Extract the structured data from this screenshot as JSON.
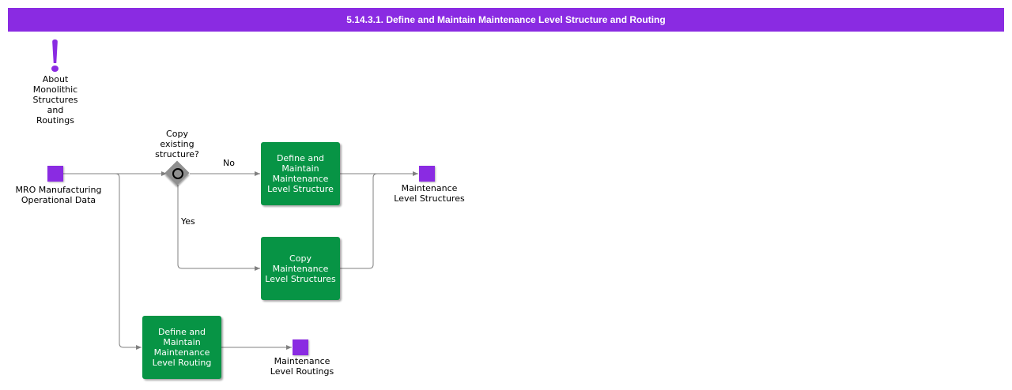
{
  "title": "5.14.3.1. Define and Maintain Maintenance Level Structure and Routing",
  "note": {
    "icon": "exclamation-icon",
    "label": "About\nMonolithic\nStructures\nand\nRoutings"
  },
  "data_objects": {
    "input": "MRO Manufacturing\nOperational Data",
    "output_structures": "Maintenance\nLevel Structures",
    "output_routings": "Maintenance\nLevel Routings"
  },
  "gateway": {
    "question": "Copy\nexisting\nstructure?",
    "no_label": "No",
    "yes_label": "Yes"
  },
  "tasks": {
    "define_structure": "Define and\nMaintain\nMaintenance\nLevel Structure",
    "copy_structures": "Copy\nMaintenance\nLevel Structures",
    "define_routing": "Define and\nMaintain\nMaintenance\nLevel Routing"
  },
  "colors": {
    "title_bar": "#8a2be2",
    "task": "#079445",
    "data_object": "#8a2be2",
    "gateway": "#8f8f8f",
    "connector": "#808080"
  }
}
